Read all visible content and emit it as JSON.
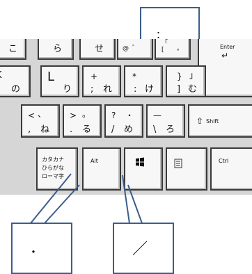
{
  "keyboard": {
    "row1": [
      {
        "main": "こ"
      },
      {
        "main": "ら"
      },
      {
        "main": "せ"
      },
      {
        "top": "@",
        "bottom": "゛"
      },
      {
        "top": "[",
        "bottom": "「",
        "extra": "。"
      },
      {
        "label": "Enter",
        "arrow": "↵"
      }
    ],
    "row2": [
      {
        "top": "K",
        "bottom": "の"
      },
      {
        "top": "L",
        "bottom": "り"
      },
      {
        "tl": "+",
        "bl": ";",
        "br": "れ"
      },
      {
        "tl": "*",
        "bl": ":",
        "br": "け"
      },
      {
        "tl": "}",
        "tr": "」",
        "bl": "]",
        "br": "む"
      }
    ],
    "row3": [
      {
        "tl": "<",
        "tr": "、",
        "bl": ",",
        "br": "ね"
      },
      {
        "tl": ">",
        "tr": "。",
        "bl": ".",
        "br": "る"
      },
      {
        "tl": "?",
        "tr": "・",
        "bl": "/",
        "br": "め"
      },
      {
        "tl": "—",
        "bl": "\\",
        "br": "ろ"
      },
      {
        "arrow": "⇧",
        "label": "Shift"
      }
    ],
    "row4": [
      {
        "line1": "カタカナ",
        "line2": "ひらがな",
        "line3": "ローマ字"
      },
      {
        "label": "Alt"
      },
      {
        "icon": "windows-logo-icon"
      },
      {
        "icon": "menu-key-icon"
      },
      {
        "label": "Ctrl"
      }
    ]
  },
  "callouts": {
    "top_box": {
      "text": "：",
      "color": "#3b5e8a"
    },
    "bottom_left_box": {
      "text": "・"
    },
    "bottom_right_box": {
      "text": "／"
    }
  }
}
